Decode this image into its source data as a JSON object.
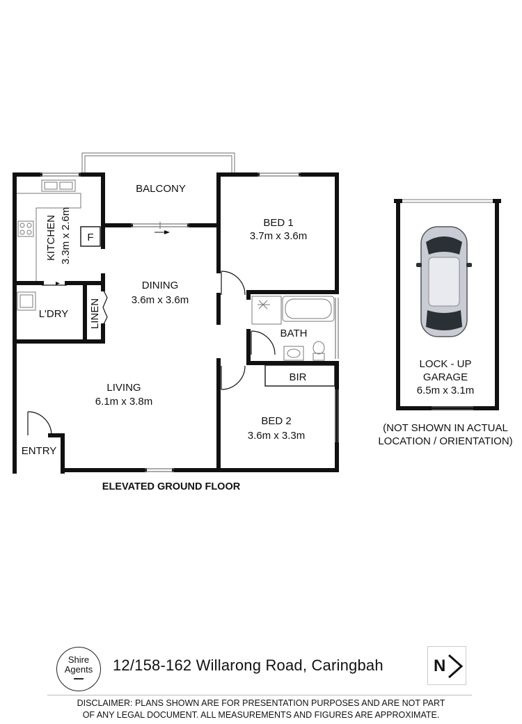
{
  "rooms": {
    "balcony": {
      "name": "BALCONY"
    },
    "kitchen": {
      "name": "KITCHEN",
      "dims": "3.3m x 2.6m"
    },
    "fridge": {
      "name": "F"
    },
    "laundry": {
      "name": "L'DRY"
    },
    "linen": {
      "name": "LINEN"
    },
    "dining": {
      "name": "DINING",
      "dims": "3.6m x 3.6m"
    },
    "living": {
      "name": "LIVING",
      "dims": "6.1m x 3.8m"
    },
    "entry": {
      "name": "ENTRY"
    },
    "bed1": {
      "name": "BED 1",
      "dims": "3.7m x 3.6m"
    },
    "bath": {
      "name": "BATH"
    },
    "bir": {
      "name": "BIR"
    },
    "bed2": {
      "name": "BED 2",
      "dims": "3.6m x 3.3m"
    },
    "garage": {
      "line1": "LOCK - UP",
      "line2": "GARAGE",
      "dims": "6.5m x 3.1m"
    }
  },
  "notes": {
    "garage_note_1": "(NOT SHOWN IN ACTUAL",
    "garage_note_2": "LOCATION / ORIENTATION)",
    "floor_label": "ELEVATED GROUND FLOOR"
  },
  "footer": {
    "logo_line1": "Shire",
    "logo_line2": "Agents",
    "address": "12/158-162 Willarong Road, Caringbah",
    "compass_letter": "N",
    "disclaimer_1": "DISCLAIMER: PLANS SHOWN ARE FOR PRESENTATION PURPOSES AND ARE NOT PART",
    "disclaimer_2": "OF ANY LEGAL DOCUMENT. ALL MEASUREMENTS AND FIGURES ARE APPROXIMATE."
  },
  "colors": {
    "wall": "#111111",
    "fixture": "#777777",
    "car_body": "#c9ccd4"
  }
}
